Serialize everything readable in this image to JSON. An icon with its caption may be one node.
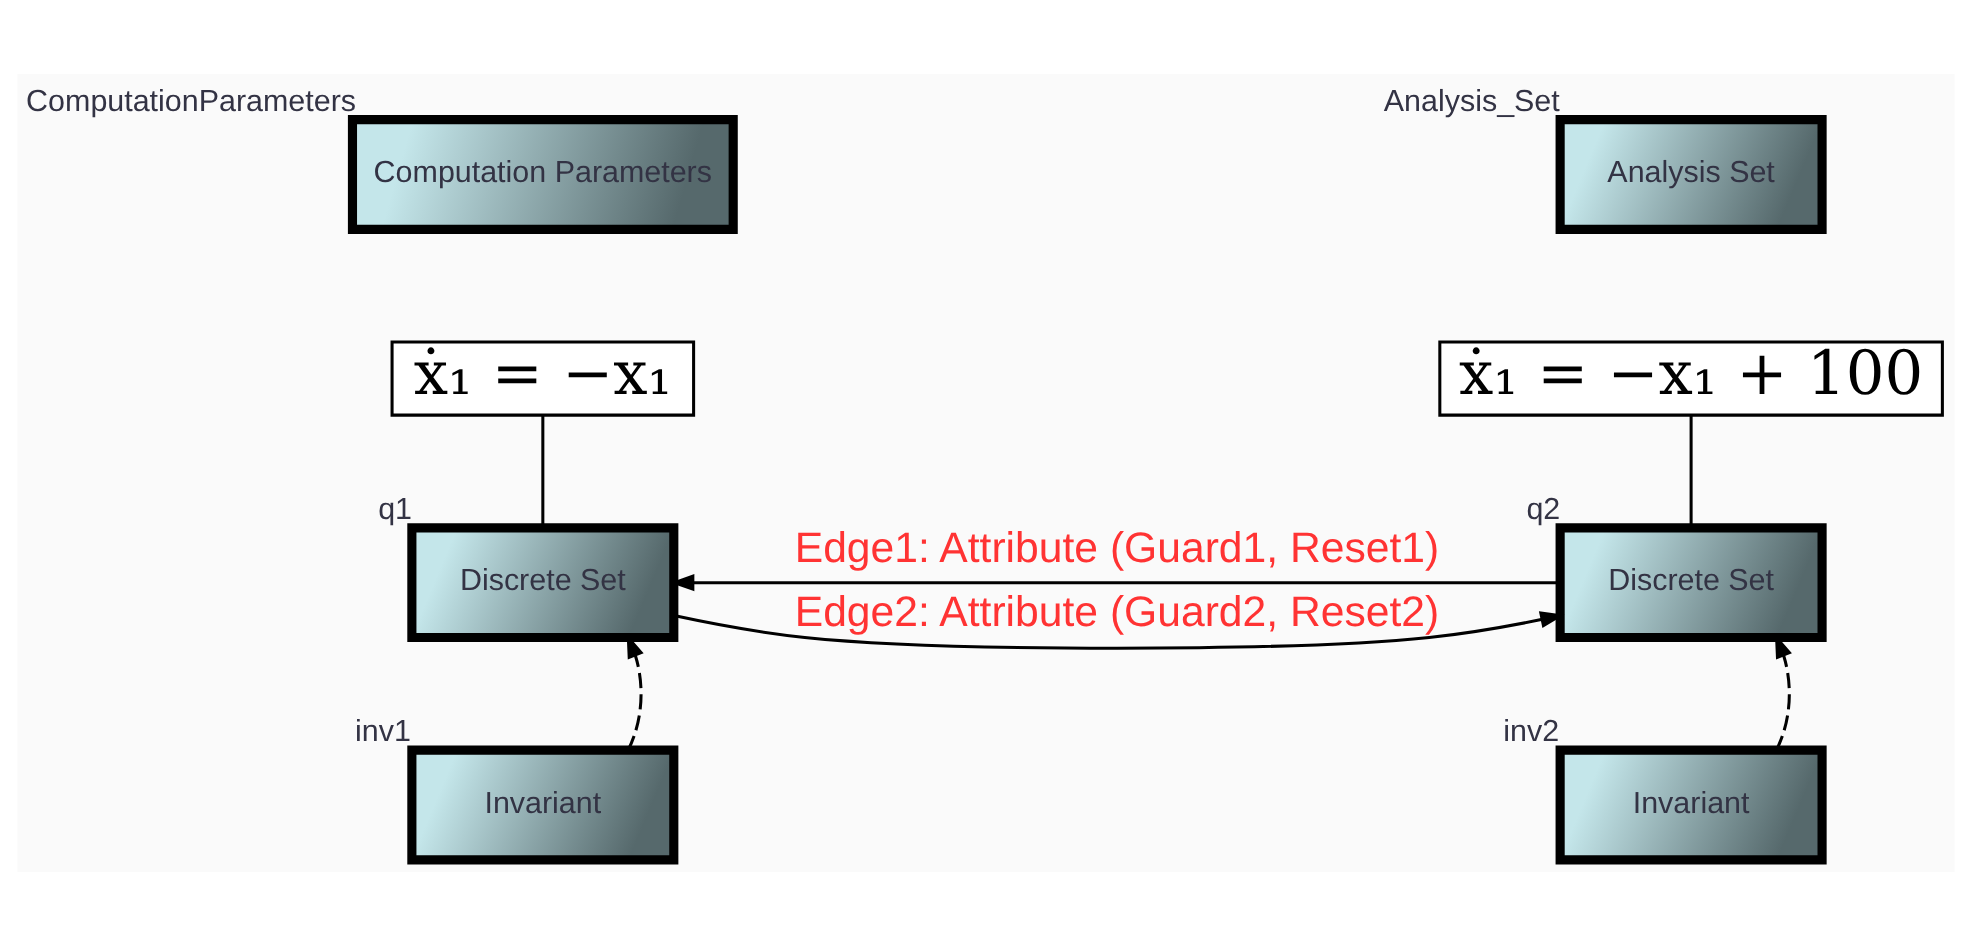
{
  "diagram": {
    "nodes": [
      {
        "text": [
          "Computation Parameters"
        ],
        "beside": [
          "ComputationParameters"
        ]
      },
      {
        "text": [
          "Analysis Set"
        ],
        "beside": [
          "Analysis_Set"
        ]
      },
      {
        "text": [
          "ẋ₁ = −x₁"
        ]
      },
      {
        "text": [
          "Discrete Set"
        ],
        "beside": [
          "q1"
        ]
      },
      {
        "text": [
          "Discrete Set"
        ],
        "beside": [
          "q2"
        ]
      },
      {
        "text": [
          "ẋ₁ = −x₁ + 100"
        ]
      },
      {
        "text": [
          "Invariant"
        ],
        "beside": [
          "inv1"
        ]
      },
      {
        "text": [
          "Invariant"
        ],
        "beside": [
          "inv2"
        ]
      }
    ],
    "edges": [
      {
        "from": 2,
        "to": 3,
        "arrow": "none"
      },
      {
        "from": 5,
        "to": 4,
        "arrow": "none"
      },
      {
        "from": 4,
        "to": 3,
        "arrow": "to",
        "label": "Edge1: Attribute (Guard1, Reset1)"
      },
      {
        "from": 3,
        "to": 4,
        "arrow": "to",
        "label": "Edge2: Attribute (Guard2, Reset2)"
      },
      {
        "from": 6,
        "to": 3,
        "arrow": "to",
        "style": "dashed"
      },
      {
        "from": 7,
        "to": 4,
        "arrow": "to",
        "style": "dashed"
      }
    ]
  }
}
